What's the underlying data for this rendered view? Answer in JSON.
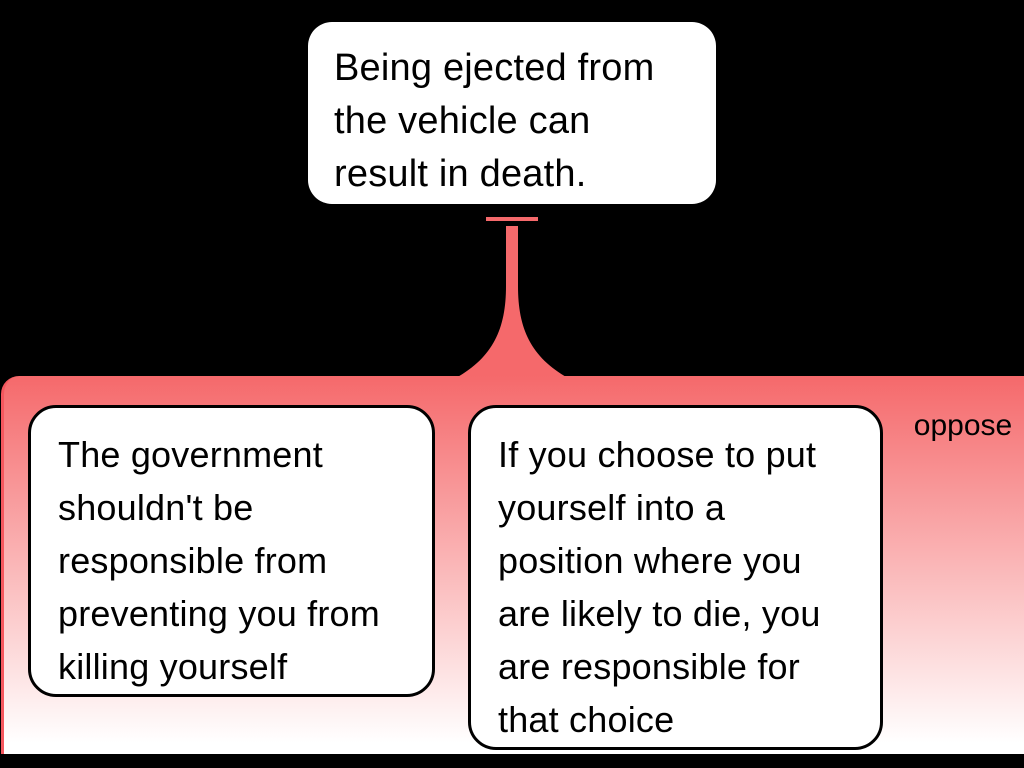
{
  "canvas": {
    "background_color": "#000000"
  },
  "main_claim": {
    "text": "Being ejected from the vehicle can result in death."
  },
  "oppose_group": {
    "label": "oppose",
    "accent_color": "#f5696b",
    "border_color": "#f5575e",
    "gradient": {
      "top": "#f5696b",
      "bottom": "#ffffff"
    },
    "objections": [
      {
        "text": "The government shouldn't be responsible from preventing you from killing yourself"
      },
      {
        "text": "If you choose to put yourself into a position where you are likely to die, you are responsible for that choice"
      }
    ]
  }
}
